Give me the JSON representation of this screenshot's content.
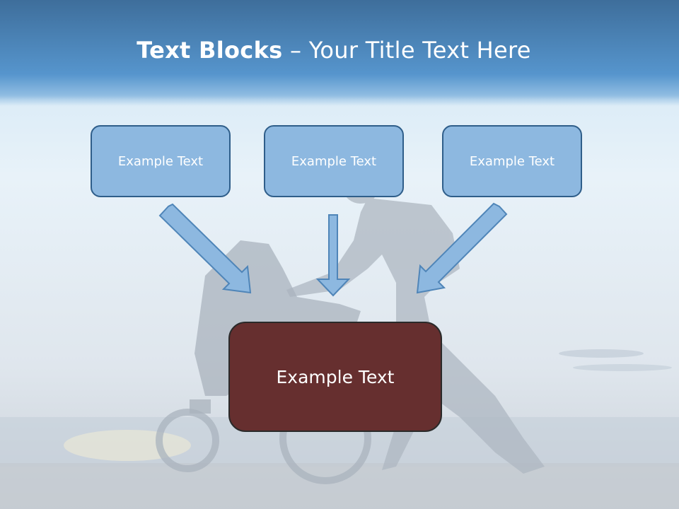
{
  "title": {
    "bold": "Text Blocks",
    "rest": " – Your Title Text Here"
  },
  "boxes": [
    {
      "label": "Example Text"
    },
    {
      "label": "Example Text"
    },
    {
      "label": "Example Text"
    }
  ],
  "center": {
    "label": "Example Text"
  },
  "colors": {
    "header": "#5695cd",
    "box_fill": "#8db8e0",
    "box_border": "#2f5e8a",
    "center_fill": "#662f2f",
    "arrow_fill": "#8db8e0"
  }
}
